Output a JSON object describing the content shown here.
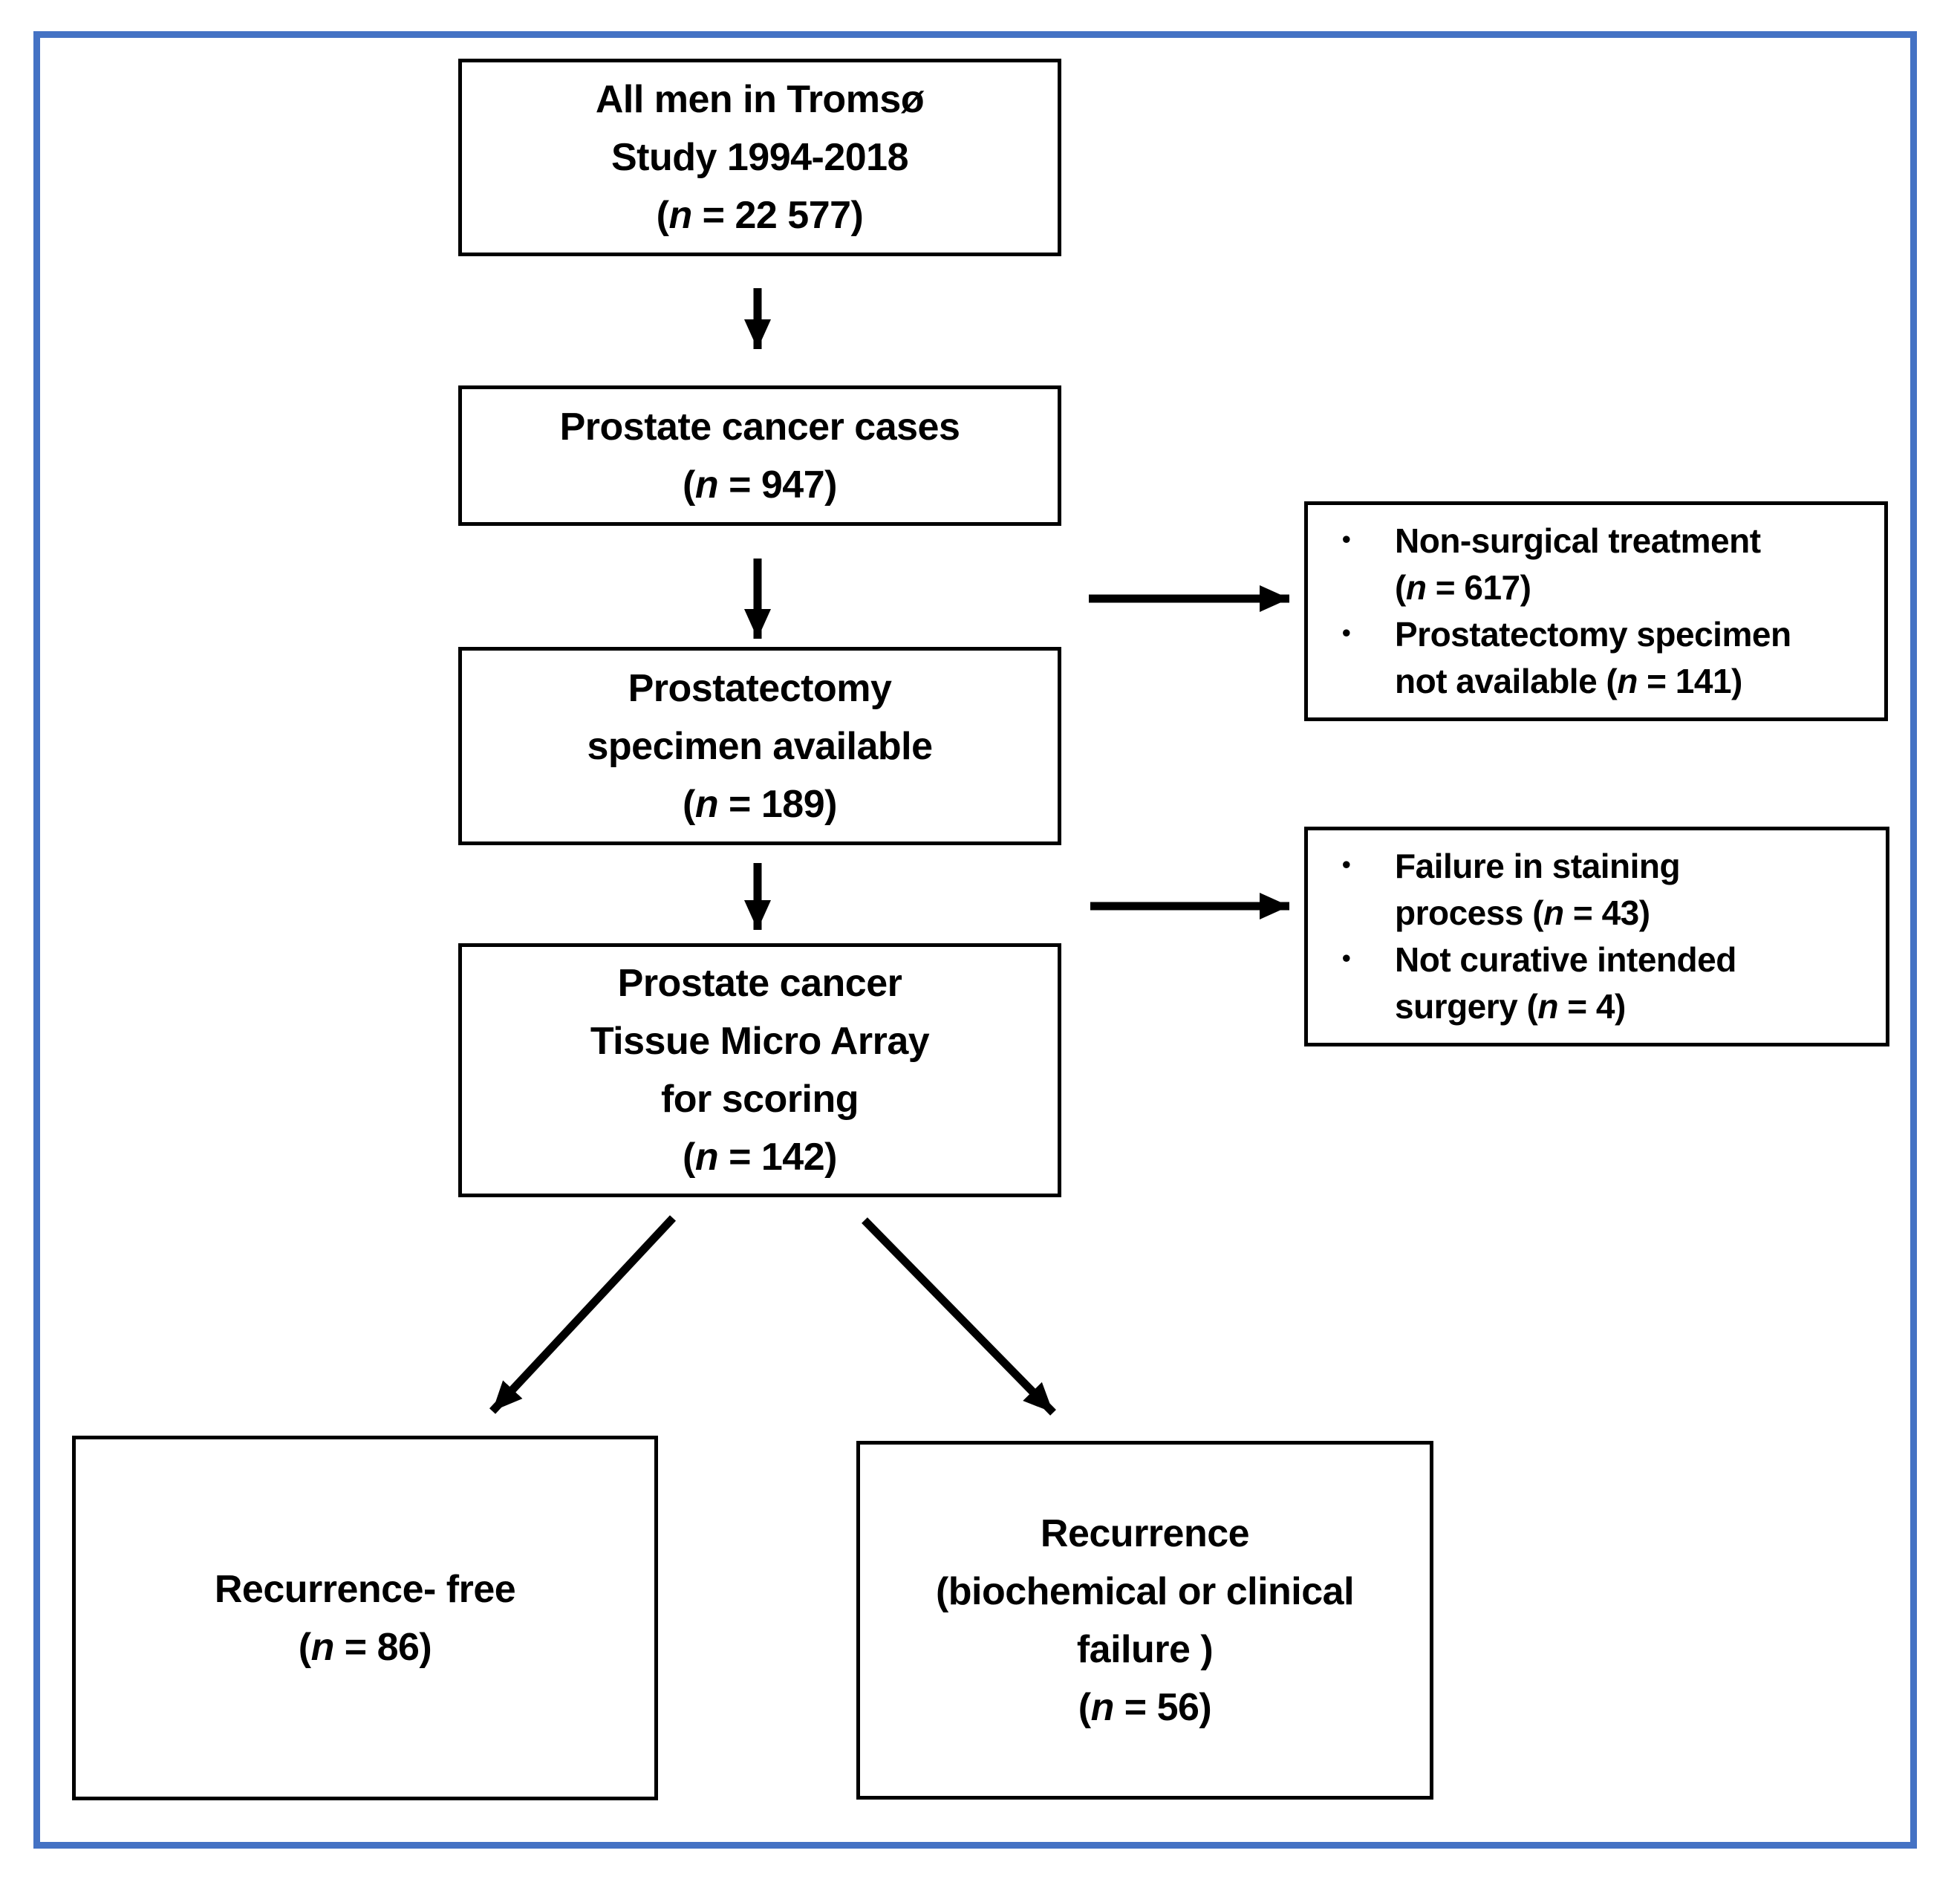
{
  "figure": {
    "type": "study-flow-diagram",
    "background": "#FFFFFF",
    "border_color": "#4472C4",
    "box_border_color": "#000000",
    "text_color": "#000000"
  },
  "boxes": {
    "all_men": {
      "lines": [
        "All men in Tromsø",
        "Study 1994-2018",
        "(n = 22 577)"
      ]
    },
    "cancer_cases": {
      "lines": [
        "Prostate cancer cases",
        "(n = 947)"
      ]
    },
    "specimen_available": {
      "lines": [
        "Prostatectomy",
        "specimen available",
        "(n = 189)"
      ]
    },
    "tissue_micro_array": {
      "lines": [
        "Prostate cancer",
        "Tissue Micro Array",
        "for scoring",
        "(n = 142)"
      ]
    },
    "exclusion_1": {
      "items": [
        [
          "Non-surgical treatment",
          "(n = 617)"
        ],
        [
          "Prostatectomy specimen",
          "not available (n = 141)"
        ]
      ]
    },
    "exclusion_2": {
      "items": [
        [
          "Failure in staining",
          "process (n = 43)"
        ],
        [
          "Not curative intended",
          "surgery (n = 4)"
        ]
      ]
    },
    "recurrence_free": {
      "lines": [
        "Recurrence- free",
        "(n = 86)"
      ]
    },
    "recurrence": {
      "lines": [
        "Recurrence",
        "(biochemical or clinical",
        "failure )",
        "(n = 56)"
      ]
    }
  }
}
